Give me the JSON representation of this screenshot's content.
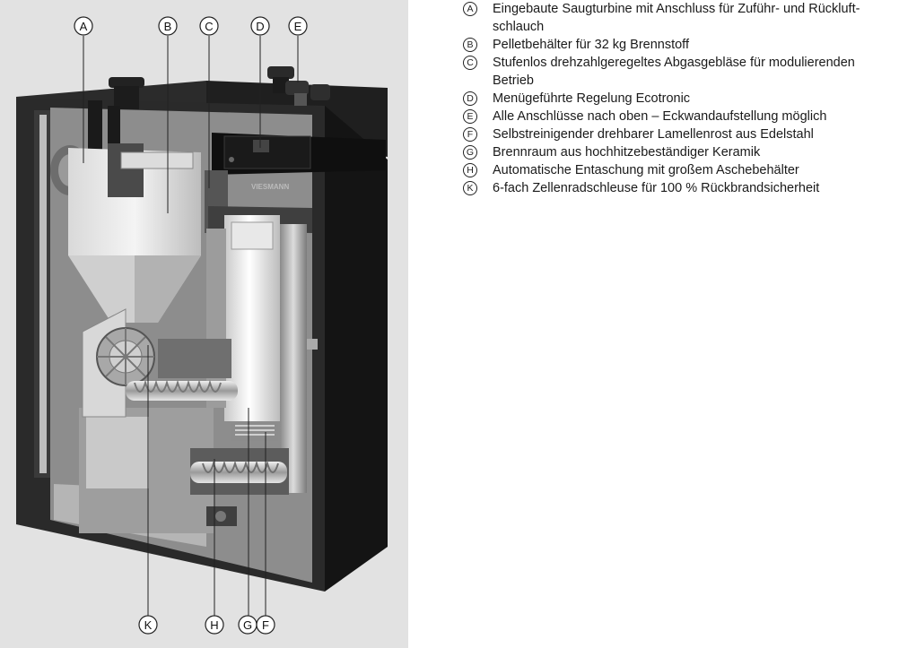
{
  "figure": {
    "callouts_top": [
      "A",
      "B",
      "C",
      "D",
      "E"
    ],
    "callouts_bottom": [
      "K",
      "H",
      "G",
      "F"
    ],
    "brand_mark": "VIESMANN"
  },
  "legend": {
    "items": [
      {
        "letter": "A",
        "text": "Eingebaute Saugturbine mit Anschluss für Zuführ- und Rückluft-schlauch"
      },
      {
        "letter": "B",
        "text": "Pelletbehälter für 32 kg Brennstoff"
      },
      {
        "letter": "C",
        "text": "Stufenlos drehzahlgeregeltes Abgasgebläse für modulierenden Betrieb"
      },
      {
        "letter": "D",
        "text": "Menügeführte Regelung Ecotronic"
      },
      {
        "letter": "E",
        "text": "Alle Anschlüsse nach oben – Eckwandaufstellung möglich"
      },
      {
        "letter": "F",
        "text": "Selbstreinigender drehbarer Lamellenrost aus Edelstahl"
      },
      {
        "letter": "G",
        "text": "Brennraum aus hochhitzebeständiger Keramik"
      },
      {
        "letter": "H",
        "text": "Automatische Entaschung mit großem Aschebehälter"
      },
      {
        "letter": "K",
        "text": "6-fach Zellenradschleuse für 100 % Rückbrandsicherheit"
      }
    ]
  }
}
